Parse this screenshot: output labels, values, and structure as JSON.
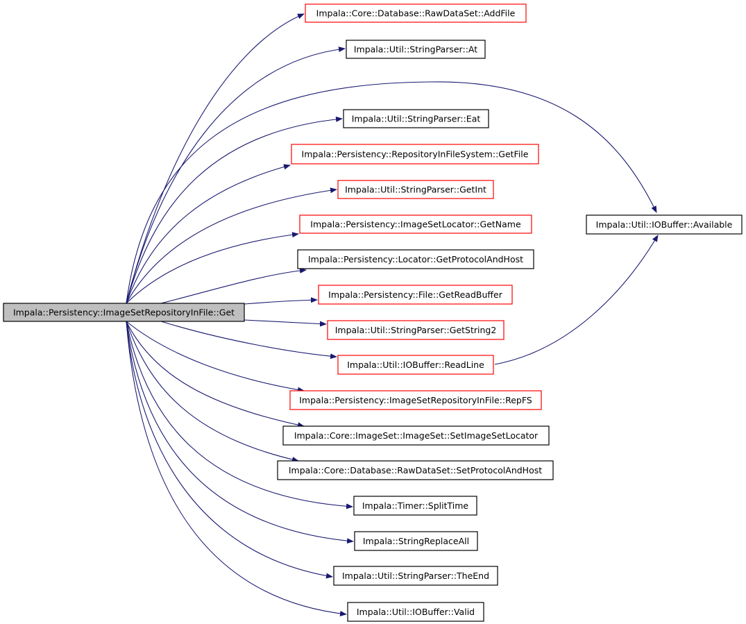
{
  "style": {
    "edge_color": "#191970",
    "linked_border": "#ff0000",
    "plain_border": "#000000",
    "root_fill": "#bfbfbf"
  },
  "root": {
    "id": "root",
    "label": "Impala::Persistency::ImageSetRepositoryInFile::Get",
    "fill": "#bfbfbf",
    "border": "#000000"
  },
  "nodes": [
    {
      "id": "addfile",
      "label": "Impala::Core::Database::RawDataSet::AddFile",
      "border": "#ff0000"
    },
    {
      "id": "at",
      "label": "Impala::Util::StringParser::At",
      "border": "#000000"
    },
    {
      "id": "eat",
      "label": "Impala::Util::StringParser::Eat",
      "border": "#000000"
    },
    {
      "id": "getfile",
      "label": "Impala::Persistency::RepositoryInFileSystem::GetFile",
      "border": "#ff0000"
    },
    {
      "id": "getint",
      "label": "Impala::Util::StringParser::GetInt",
      "border": "#ff0000"
    },
    {
      "id": "getname",
      "label": "Impala::Persistency::ImageSetLocator::GetName",
      "border": "#ff0000"
    },
    {
      "id": "getprotocol",
      "label": "Impala::Persistency::Locator::GetProtocolAndHost",
      "border": "#000000"
    },
    {
      "id": "getreadbuffer",
      "label": "Impala::Persistency::File::GetReadBuffer",
      "border": "#ff0000"
    },
    {
      "id": "getstring2",
      "label": "Impala::Util::StringParser::GetString2",
      "border": "#ff0000"
    },
    {
      "id": "readline",
      "label": "Impala::Util::IOBuffer::ReadLine",
      "border": "#ff0000"
    },
    {
      "id": "repfs",
      "label": "Impala::Persistency::ImageSetRepositoryInFile::RepFS",
      "border": "#ff0000"
    },
    {
      "id": "setlocator",
      "label": "Impala::Core::ImageSet::ImageSet::SetImageSetLocator",
      "border": "#000000"
    },
    {
      "id": "setprotocol",
      "label": "Impala::Core::Database::RawDataSet::SetProtocolAndHost",
      "border": "#000000"
    },
    {
      "id": "splittime",
      "label": "Impala::Timer::SplitTime",
      "border": "#000000"
    },
    {
      "id": "replaceall",
      "label": "Impala::StringReplaceAll",
      "border": "#000000"
    },
    {
      "id": "theend",
      "label": "Impala::Util::StringParser::TheEnd",
      "border": "#000000"
    },
    {
      "id": "valid",
      "label": "Impala::Util::IOBuffer::Valid",
      "border": "#000000"
    },
    {
      "id": "available",
      "label": "Impala::Util::IOBuffer::Available",
      "border": "#000000"
    }
  ],
  "edges": [
    {
      "from": "root",
      "to": "addfile"
    },
    {
      "from": "root",
      "to": "at"
    },
    {
      "from": "root",
      "to": "available"
    },
    {
      "from": "root",
      "to": "eat"
    },
    {
      "from": "root",
      "to": "getfile"
    },
    {
      "from": "root",
      "to": "getint"
    },
    {
      "from": "root",
      "to": "getname"
    },
    {
      "from": "root",
      "to": "getprotocol"
    },
    {
      "from": "root",
      "to": "getreadbuffer"
    },
    {
      "from": "root",
      "to": "getstring2"
    },
    {
      "from": "root",
      "to": "readline"
    },
    {
      "from": "root",
      "to": "repfs"
    },
    {
      "from": "root",
      "to": "setlocator"
    },
    {
      "from": "root",
      "to": "setprotocol"
    },
    {
      "from": "root",
      "to": "splittime"
    },
    {
      "from": "root",
      "to": "replaceall"
    },
    {
      "from": "root",
      "to": "theend"
    },
    {
      "from": "root",
      "to": "valid"
    },
    {
      "from": "readline",
      "to": "available"
    }
  ]
}
